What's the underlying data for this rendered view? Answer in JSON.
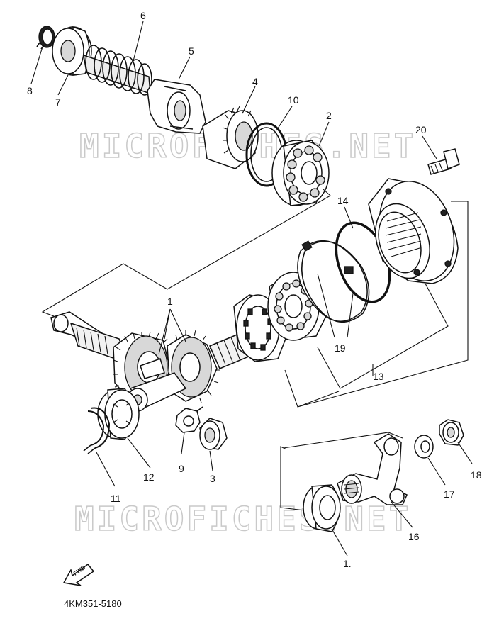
{
  "watermark": "MICROFICHES.NET",
  "diagram_code": "4KM351-5180",
  "fwd_label": "FWD",
  "callouts": {
    "c1": "1",
    "c2": "2",
    "c3": "3",
    "c4": "4",
    "c5": "5",
    "c6": "6",
    "c7": "7",
    "c8": "8",
    "c9": "9",
    "c10": "10",
    "c11": "11",
    "c12": "12",
    "c13": "13",
    "c14": "14",
    "c15": "1.",
    "c16": "16",
    "c17": "17",
    "c18": "18",
    "c19": "19",
    "c20": "20"
  }
}
